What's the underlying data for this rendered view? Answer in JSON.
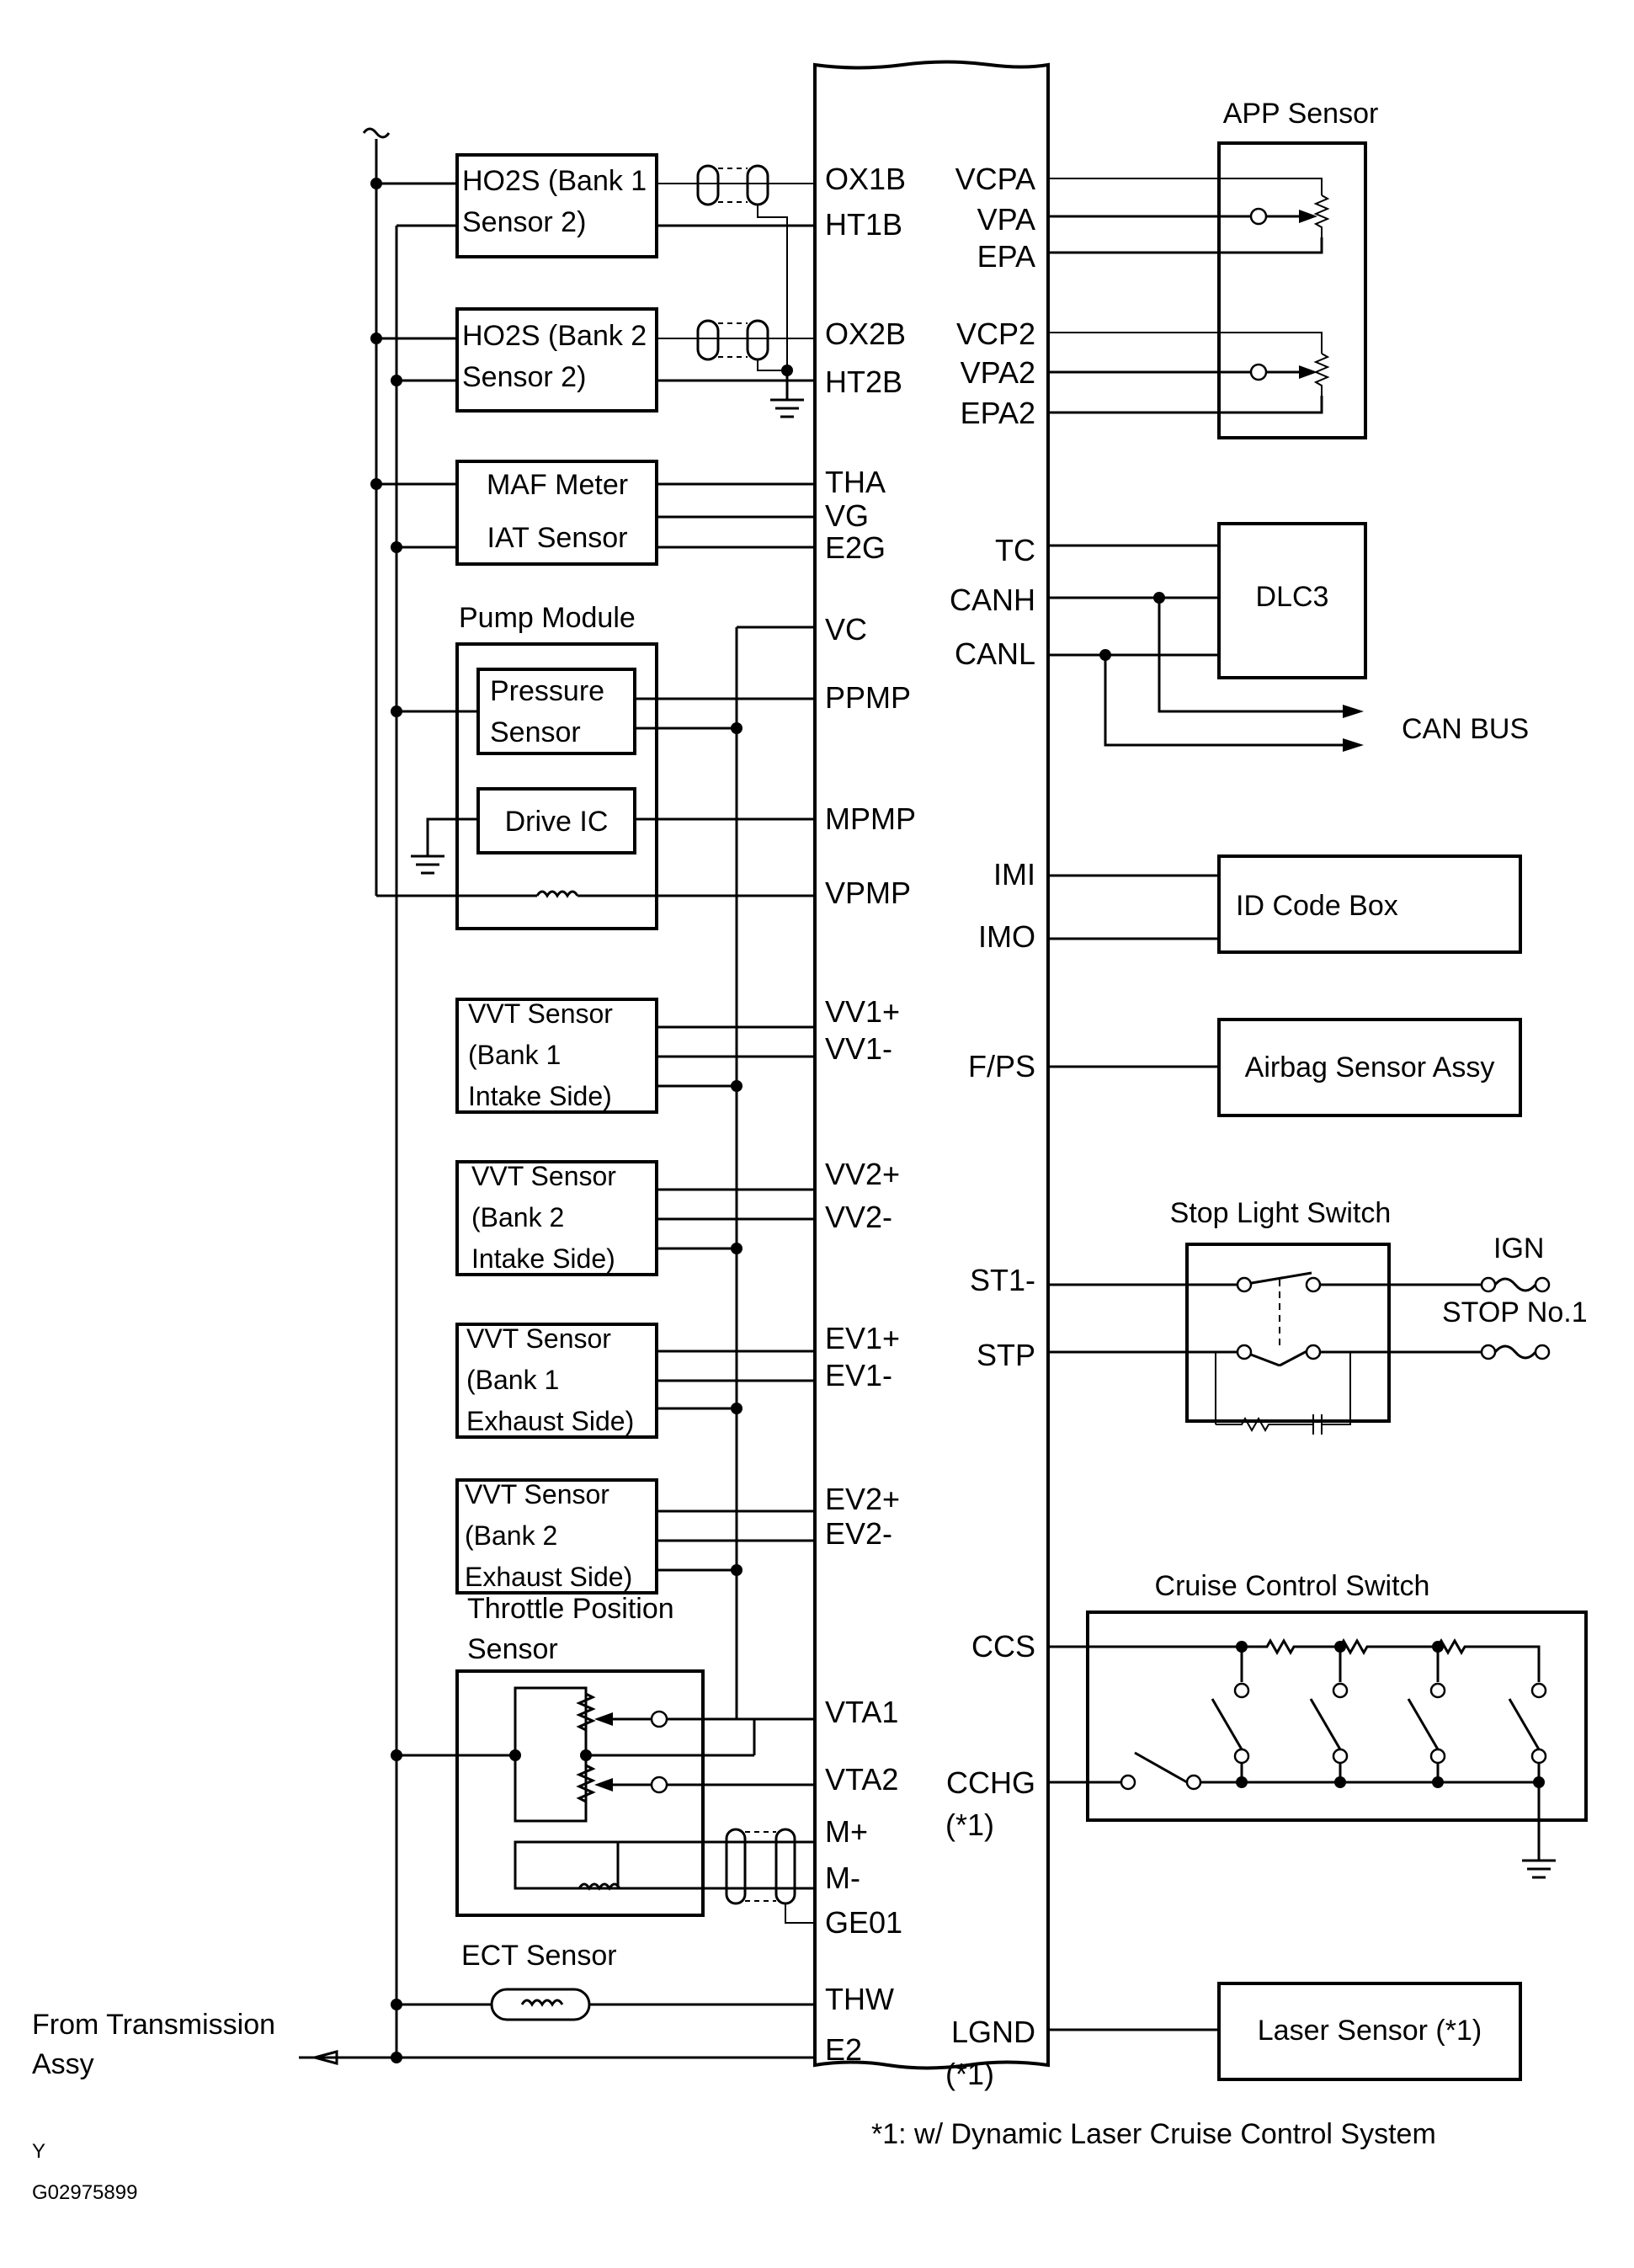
{
  "components": {
    "app_sensor": "APP Sensor",
    "ho2s_b1_l1": "HO2S (Bank 1",
    "ho2s_b1_l2": "Sensor 2)",
    "ho2s_b2_l1": "HO2S (Bank 2",
    "ho2s_b2_l2": "Sensor 2)",
    "maf_meter": "MAF Meter",
    "iat_sensor": "IAT Sensor",
    "pump_module": "Pump Module",
    "pressure_l1": "Pressure",
    "pressure_l2": "Sensor",
    "drive_ic": "Drive IC",
    "dlc3": "DLC3",
    "can_bus": "CAN BUS",
    "id_code_box": "ID Code Box",
    "airbag": "Airbag Sensor Assy",
    "stop_light_switch": "Stop Light Switch",
    "ign": "IGN",
    "stop_fuse": "STOP No.1",
    "vvt1_l1": "VVT Sensor",
    "vvt1_l2": "(Bank 1",
    "vvt1_l3": "Intake Side)",
    "vvt2_l1": "VVT Sensor",
    "vvt2_l2": "(Bank 2",
    "vvt2_l3": "Intake Side)",
    "vvt3_l1": "VVT Sensor",
    "vvt3_l2": "(Bank 1",
    "vvt3_l3": "Exhaust Side)",
    "vvt4_l1": "VVT Sensor",
    "vvt4_l2": "(Bank 2",
    "vvt4_l3": "Exhaust Side)",
    "tps_l1": "Throttle Position",
    "tps_l2": "Sensor",
    "cruise_switch": "Cruise Control Switch",
    "ect_sensor": "ECT Sensor",
    "from_trans_l1": "From Transmission",
    "from_trans_l2": "Assy",
    "laser_sensor": "Laser Sensor (*1)"
  },
  "ecm_left_pins": {
    "ox1b": "OX1B",
    "ht1b": "HT1B",
    "ox2b": "OX2B",
    "ht2b": "HT2B",
    "tha": "THA",
    "vg": "VG",
    "e2g": "E2G",
    "vc": "VC",
    "ppmp": "PPMP",
    "mpmp": "MPMP",
    "vpmp": "VPMP",
    "vv1p": "VV1+",
    "vv1m": "VV1-",
    "vv2p": "VV2+",
    "vv2m": "VV2-",
    "ev1p": "EV1+",
    "ev1m": "EV1-",
    "ev2p": "EV2+",
    "ev2m": "EV2-",
    "vta1": "VTA1",
    "vta2": "VTA2",
    "mp": "M+",
    "mm": "M-",
    "ge01": "GE01",
    "thw": "THW",
    "e2": "E2"
  },
  "ecm_right_pins": {
    "vcpa": "VCPA",
    "vpa": "VPA",
    "epa": "EPA",
    "vcp2": "VCP2",
    "vpa2": "VPA2",
    "epa2": "EPA2",
    "tc": "TC",
    "canh": "CANH",
    "canl": "CANL",
    "imi": "IMI",
    "imo": "IMO",
    "fps": "F/PS",
    "st1": "ST1-",
    "stp": "STP",
    "ccs": "CCS",
    "cchg": "CCHG",
    "cchg_note": "(*1)",
    "lgnd": "LGND",
    "lgnd_note": "(*1)"
  },
  "footnote": "*1: w/ Dynamic Laser Cruise Control System",
  "corner_mark": "Y",
  "figure_code": "G02975899"
}
